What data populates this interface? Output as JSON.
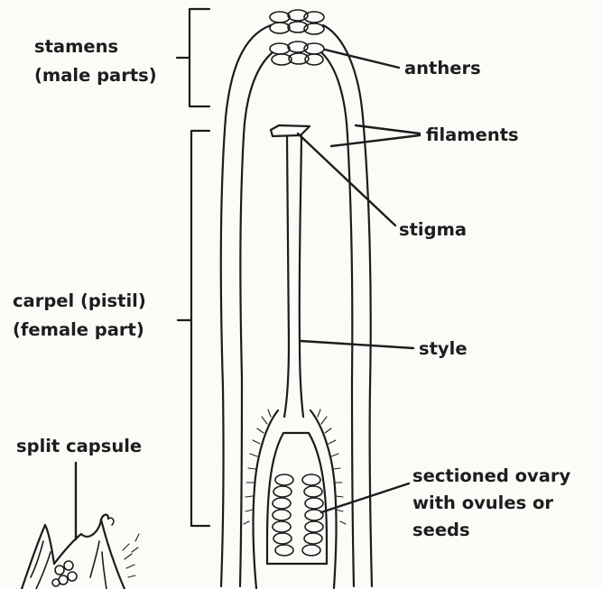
{
  "labels": {
    "stamens_line1": "stamens",
    "stamens_line2": "(male parts)",
    "anthers": "anthers",
    "filaments": "filaments",
    "stigma": "stigma",
    "carpel_line1": "carpel (pistil)",
    "carpel_line2": "(female part)",
    "style": "style",
    "split_capsule": "split capsule",
    "ovary_line1": "sectioned ovary",
    "ovary_line2": "with ovules or",
    "ovary_line3": "seeds"
  }
}
